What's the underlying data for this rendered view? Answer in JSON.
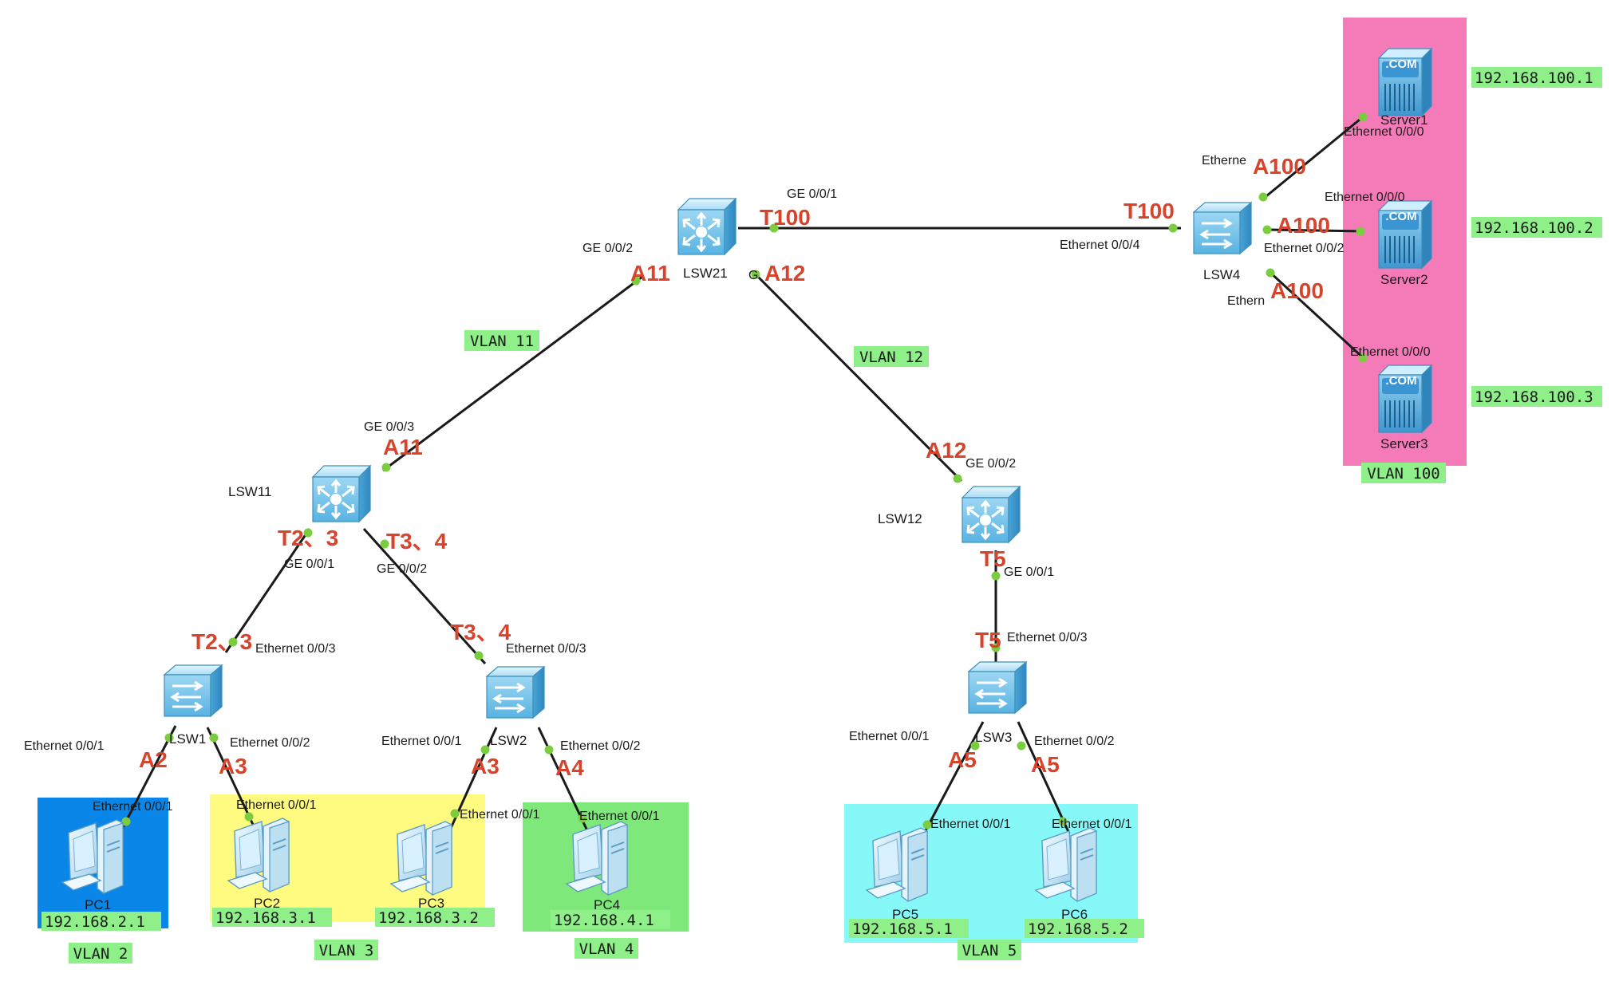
{
  "colors": {
    "vlan2": "#0a85e8",
    "vlan3": "#fffb80",
    "vlan4": "#7ee87a",
    "vlan5": "#86f8f8",
    "vlan100": "#f57ab8",
    "label_bg": "#8ff08a",
    "mode_text": "#d8432b",
    "port_dot": "#7ccc3f"
  },
  "zones": {
    "vlan2": "VLAN 2",
    "vlan3": "VLAN 3",
    "vlan4": "VLAN 4",
    "vlan5": "VLAN 5",
    "vlan11": "VLAN 11",
    "vlan12": "VLAN 12",
    "vlan100": "VLAN 100"
  },
  "devices": {
    "lsw21": "LSW21",
    "lsw11": "LSW11",
    "lsw12": "LSW12",
    "lsw1": "LSW1",
    "lsw2": "LSW2",
    "lsw3": "LSW3",
    "lsw4": "LSW4",
    "pc1": "PC1",
    "pc2": "PC2",
    "pc3": "PC3",
    "pc4": "PC4",
    "pc5": "PC5",
    "pc6": "PC6",
    "server1": "Server1",
    "server2": "Server2",
    "server3": "Server3",
    "server_badge": ".COM"
  },
  "ips": {
    "pc1": "192.168.2.1",
    "pc2": "192.168.3.1",
    "pc3": "192.168.3.2",
    "pc4": "192.168.4.1",
    "pc5": "192.168.5.1",
    "pc6": "192.168.5.2",
    "server1": "192.168.100.1",
    "server2": "192.168.100.2",
    "server3": "192.168.100.3"
  },
  "ports": {
    "lsw21_ge001": "GE 0/0/1",
    "lsw21_ge002": "GE 0/0/2",
    "lsw21_ge003_partial": "G",
    "lsw4_e004": "Ethernet 0/0/4",
    "lsw4_e001_partial": "Etherne",
    "lsw4_e002": "Ethernet 0/0/2",
    "lsw4_e003_partial": "Ethern",
    "server1_e000": "Ethernet 0/0/0",
    "server2_e000": "Ethernet 0/0/0",
    "server3_e000": "Ethernet 0/0/0",
    "lsw11_ge003": "GE 0/0/3",
    "lsw11_ge001": "GE 0/0/1",
    "lsw11_ge002": "GE 0/0/2",
    "lsw12_ge002": "GE 0/0/2",
    "lsw12_ge001": "GE 0/0/1",
    "lsw1_e003": "Ethernet 0/0/3",
    "lsw1_e001": "Ethernet 0/0/1",
    "lsw1_e002": "Ethernet 0/0/2",
    "lsw2_e003": "Ethernet 0/0/3",
    "lsw2_e001": "Ethernet 0/0/1",
    "lsw2_e002": "Ethernet 0/0/2",
    "lsw3_e003": "Ethernet 0/0/3",
    "lsw3_e001": "Ethernet 0/0/1",
    "lsw3_e002": "Ethernet 0/0/2",
    "pc1_e001": "Ethernet 0/0/1",
    "pc2_e001": "Ethernet 0/0/1",
    "pc3_e001": "Ethernet 0/0/1",
    "pc4_e001": "Ethernet 0/0/1",
    "pc5_e001": "Ethernet 0/0/1",
    "pc6_e001": "Ethernet 0/0/1"
  },
  "modes": {
    "t100_a": "T100",
    "t100_b": "T100",
    "a11_a": "A11",
    "a11_b": "A11",
    "a12_a": "A12",
    "a12_b": "A12",
    "a100_1": "A100",
    "a100_2": "A100",
    "a100_3": "A100",
    "t23_a": "T2、3",
    "t23_b": "T2、3",
    "t34_a": "T3、4",
    "t34_b": "T3、4",
    "t5_a": "T5",
    "t5_b": "T5",
    "a2": "A2",
    "a3_a": "A3",
    "a3_b": "A3",
    "a4": "A4",
    "a5_a": "A5",
    "a5_b": "A5"
  }
}
